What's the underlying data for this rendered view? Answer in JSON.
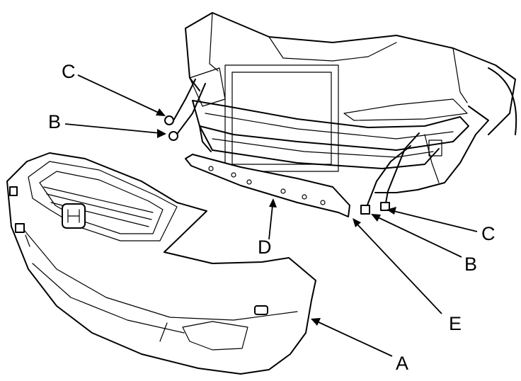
{
  "callouts": {
    "A": "A",
    "B_left": "B",
    "B_right": "B",
    "C_left": "C",
    "C_right": "C",
    "D": "D",
    "E": "E"
  }
}
